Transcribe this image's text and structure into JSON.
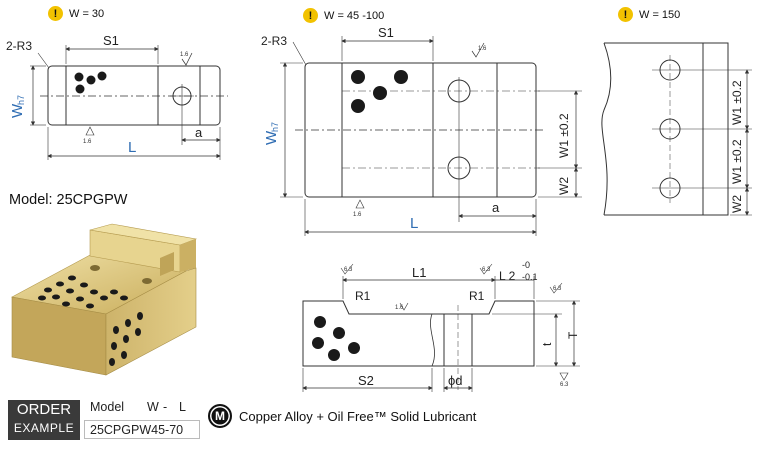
{
  "variants": [
    {
      "label": "W = 30"
    },
    {
      "label": "W = 45 -100"
    },
    {
      "label": "W = 150"
    }
  ],
  "dimensions": {
    "corner_radius": "2-R3",
    "s1": "S1",
    "l": "L",
    "a": "a",
    "w": "W",
    "w_tol": "h7",
    "w1": "W1 ±0.2",
    "w2": "W2",
    "roughness_1_6": "1.6",
    "roughness_6_3": "6.3",
    "l1": "L1",
    "l2": "L 2",
    "l2_tol_upper": "-0",
    "l2_tol_lower": "-0.1",
    "r1": "R1",
    "t_upper": "T",
    "t_lower": "t",
    "s2": "S2",
    "d": "ϕd"
  },
  "model": {
    "title": "Model: 25CPGPW"
  },
  "order": {
    "label_line1": "ORDER",
    "label_line2": "EXAMPLE",
    "col_model": "Model",
    "col_w": "W",
    "dash": "-",
    "col_l": "L",
    "example": "25CPGPW45-70"
  },
  "material": {
    "icon": "M",
    "text": "Copper Alloy + Oil Free™ Solid Lubricant"
  },
  "colors": {
    "accent_blue": "#2f6db3",
    "warning_yellow": "#f2c200",
    "bronze": "#d8c171"
  }
}
